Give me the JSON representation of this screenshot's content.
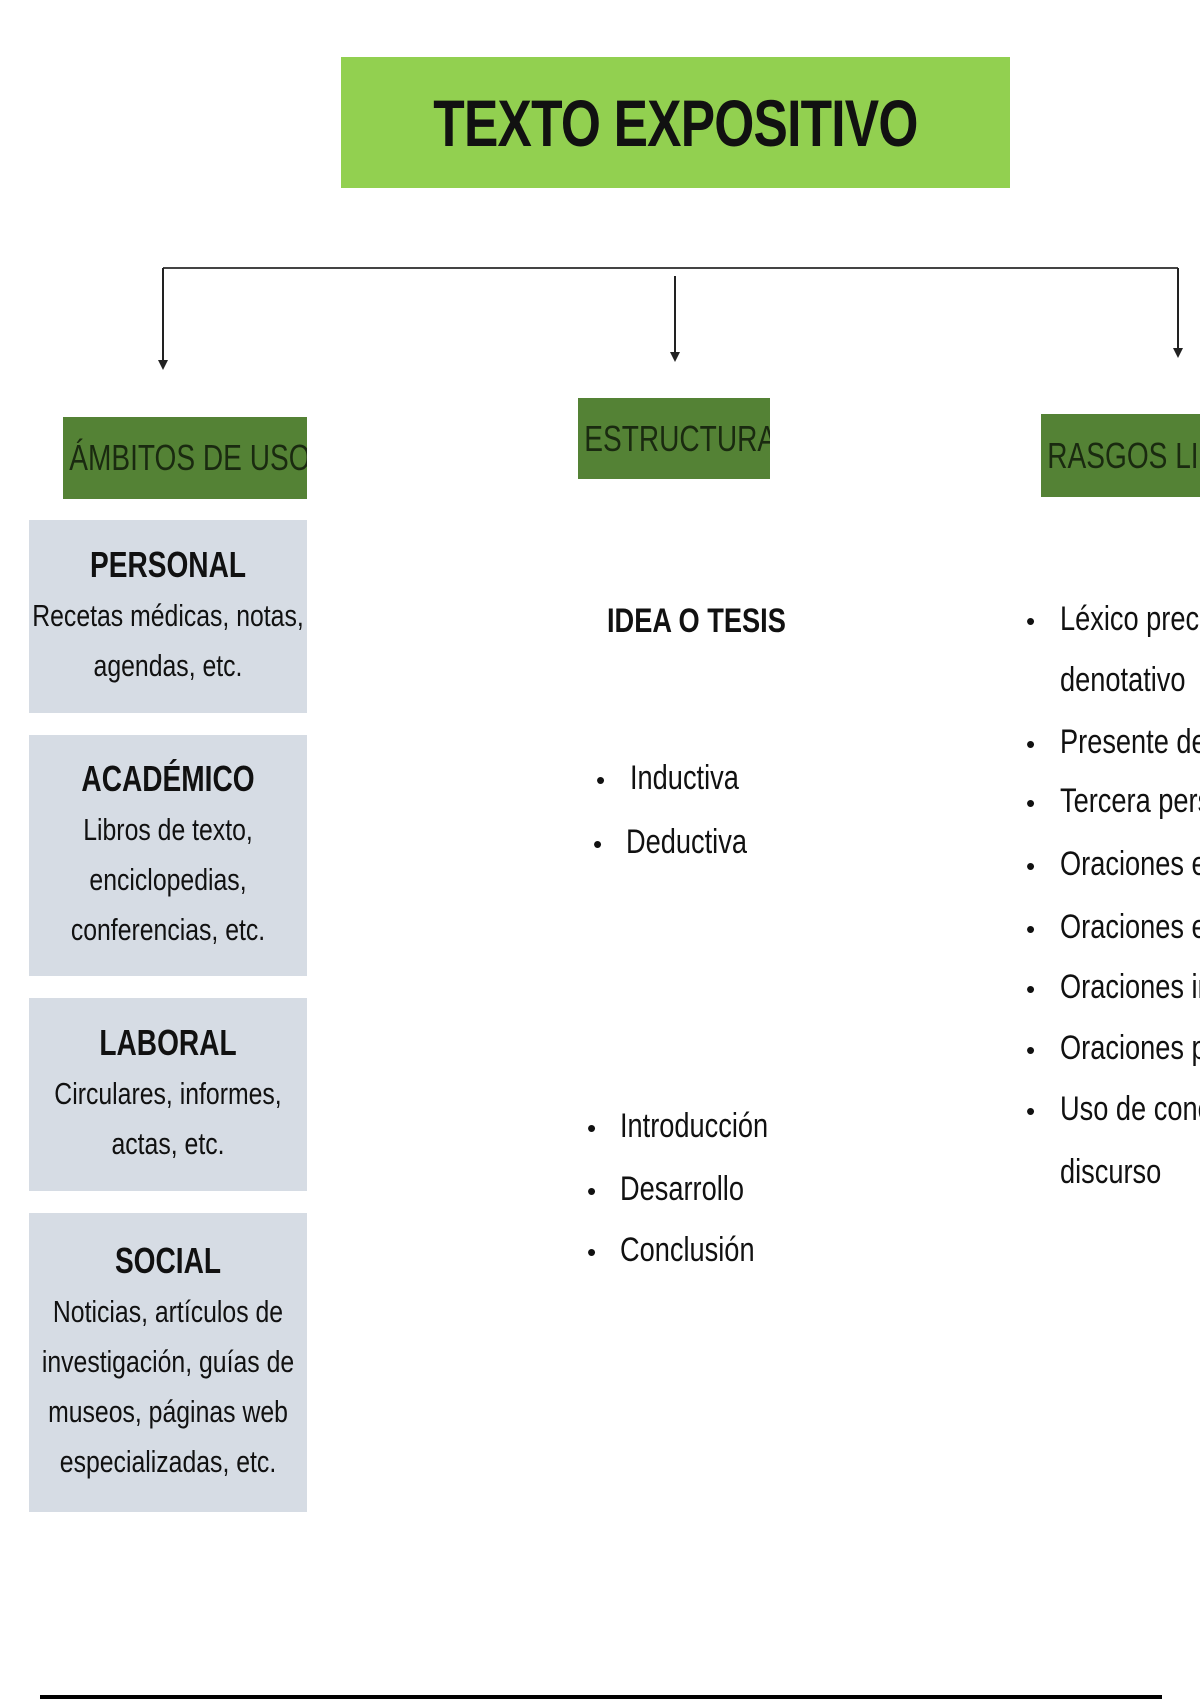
{
  "title": "TEXTO EXPOSITIVO",
  "branches": {
    "ambitos": {
      "label": "ÁMBITOS DE USO",
      "cards": [
        {
          "title": "PERSONAL",
          "body": "Recetas médicas, notas, agendas, etc."
        },
        {
          "title": "ACADÉMICO",
          "body": "Libros de texto, enciclopedias, conferencias, etc."
        },
        {
          "title": "LABORAL",
          "body": "Circulares, informes, actas, etc."
        },
        {
          "title": "SOCIAL",
          "body": "Noticias, artículos de investigación, guías de museos, páginas web especializadas, etc."
        }
      ]
    },
    "estructura": {
      "label": "ESTRUCTURA",
      "idea": "IDEA O TESIS",
      "types": [
        "Inductiva",
        "Deductiva"
      ],
      "parts": [
        "Introducción",
        "Desarrollo",
        "Conclusión"
      ]
    },
    "rasgos": {
      "label": "RASGOS LINGÜ",
      "items": [
        "Léxico preciso",
        "denotativo",
        "Presente de in",
        "Tercera perso",
        "Oraciones enu",
        "Oraciones exp",
        "Oraciones imp",
        "Oraciones pas",
        "Uso de conec",
        "discurso"
      ]
    }
  }
}
